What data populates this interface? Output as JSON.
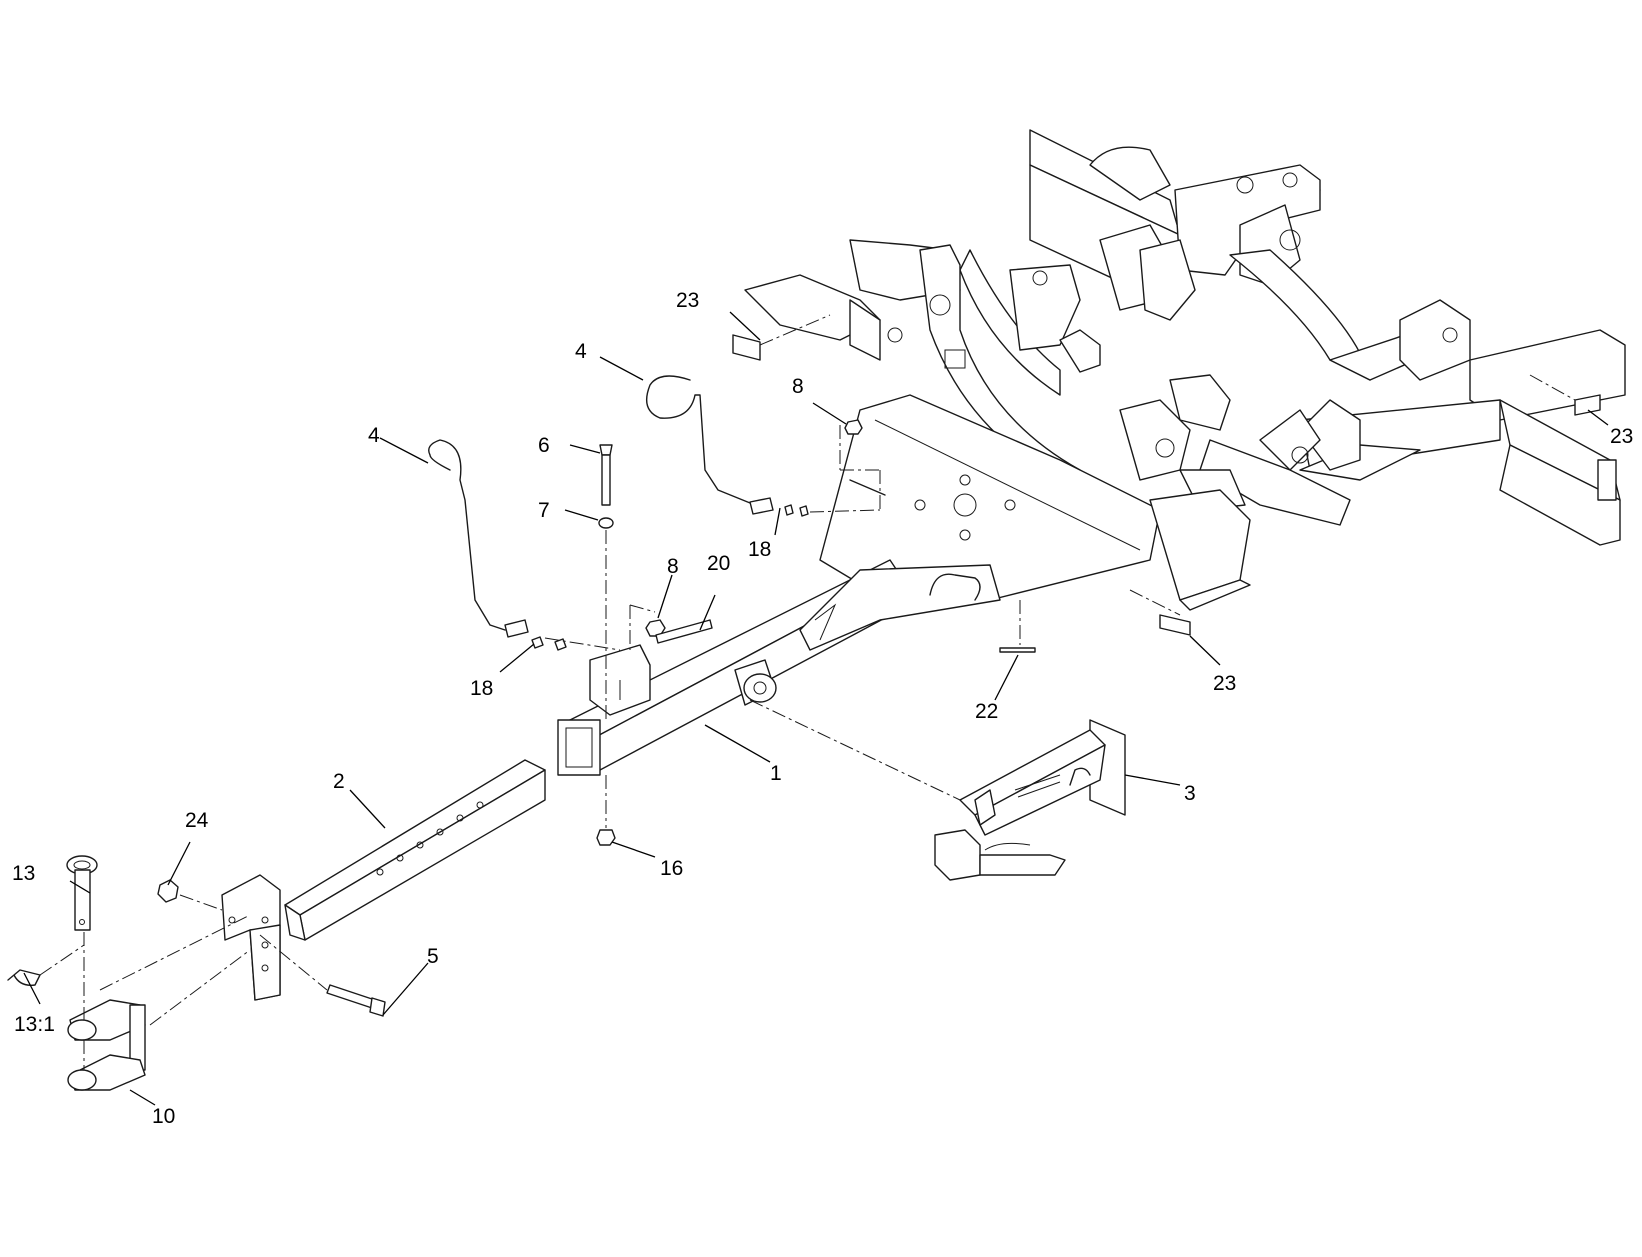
{
  "diagram": {
    "callouts": {
      "c1": "1",
      "c2": "2",
      "c3": "3",
      "c4a": "4",
      "c4b": "4",
      "c5": "5",
      "c6": "6",
      "c7": "7",
      "c8a": "8",
      "c8b": "8",
      "c10": "10",
      "c13": "13",
      "c13_1": "13:1",
      "c16": "16",
      "c18a": "18",
      "c18b": "18",
      "c20": "20",
      "c22": "22",
      "c23a": "23",
      "c23b": "23",
      "c23c": "23",
      "c24": "24"
    }
  }
}
